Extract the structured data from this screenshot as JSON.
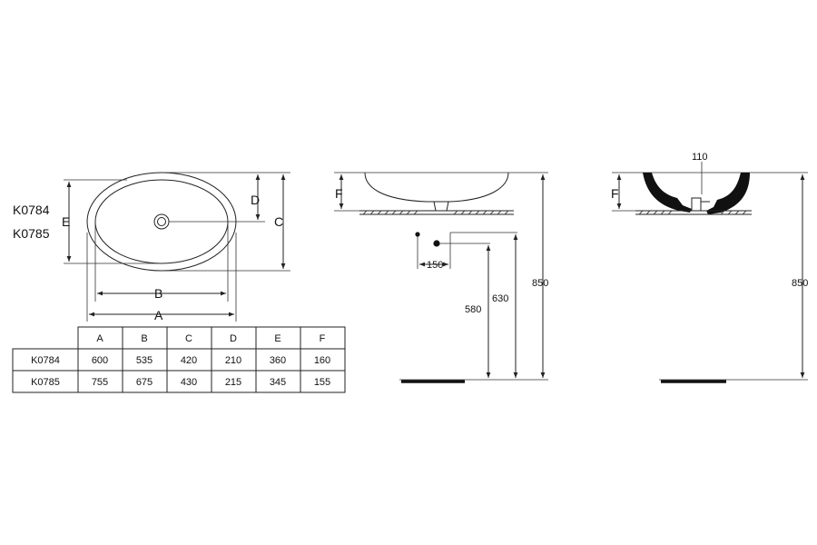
{
  "models": [
    "K0784",
    "K0785"
  ],
  "top_view": {
    "labels": {
      "a": "A",
      "b": "B",
      "c": "C",
      "d": "D",
      "e": "E"
    }
  },
  "table": {
    "headers": [
      "",
      "A",
      "B",
      "C",
      "D",
      "E",
      "F"
    ],
    "rows": [
      [
        "K0784",
        "600",
        "535",
        "420",
        "210",
        "360",
        "160"
      ],
      [
        "K0785",
        "755",
        "675",
        "430",
        "215",
        "345",
        "155"
      ]
    ]
  },
  "side_view": {
    "label_f": "F",
    "dim_150": "150",
    "dim_580": "580",
    "dim_630": "630",
    "dim_850": "850"
  },
  "section_view": {
    "label_f": "F",
    "dim_110": "110",
    "dim_850": "850"
  }
}
